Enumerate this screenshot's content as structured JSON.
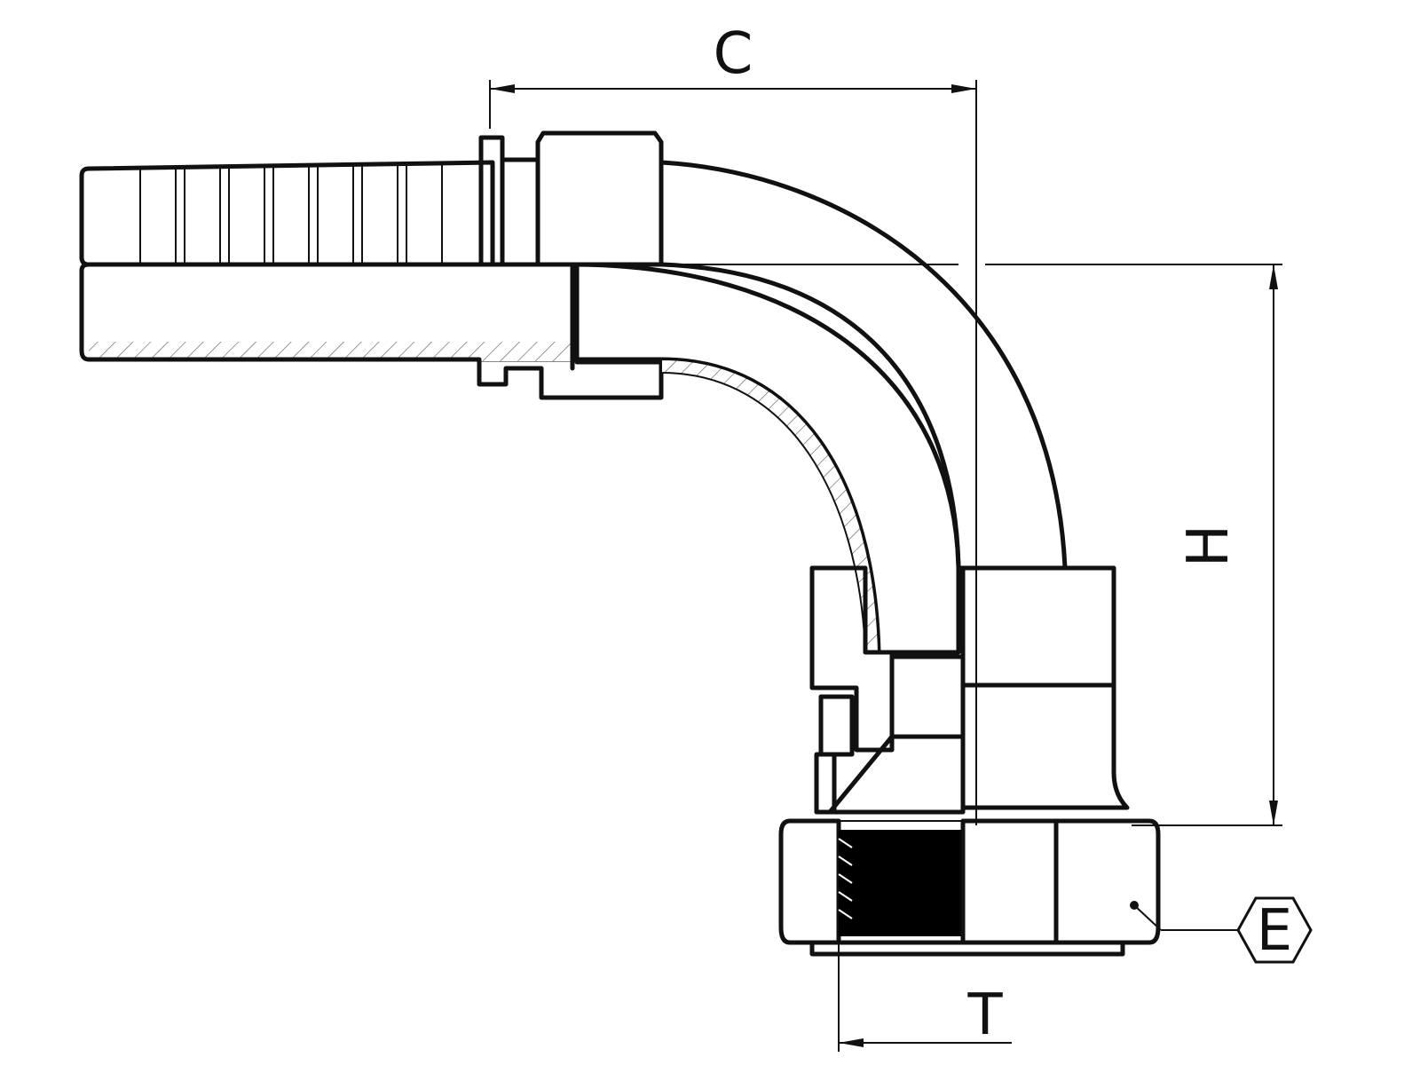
{
  "drawing": {
    "dimensions": {
      "c": "C",
      "h": "H",
      "t": "T",
      "e": "E"
    }
  },
  "colors": {
    "line": "#111111",
    "metal_light": "#f4f4f8",
    "metal_mid": "#c9c9d3",
    "metal_dark": "#8c8c99",
    "thread_fill": "#000000",
    "background": "#ffffff"
  }
}
